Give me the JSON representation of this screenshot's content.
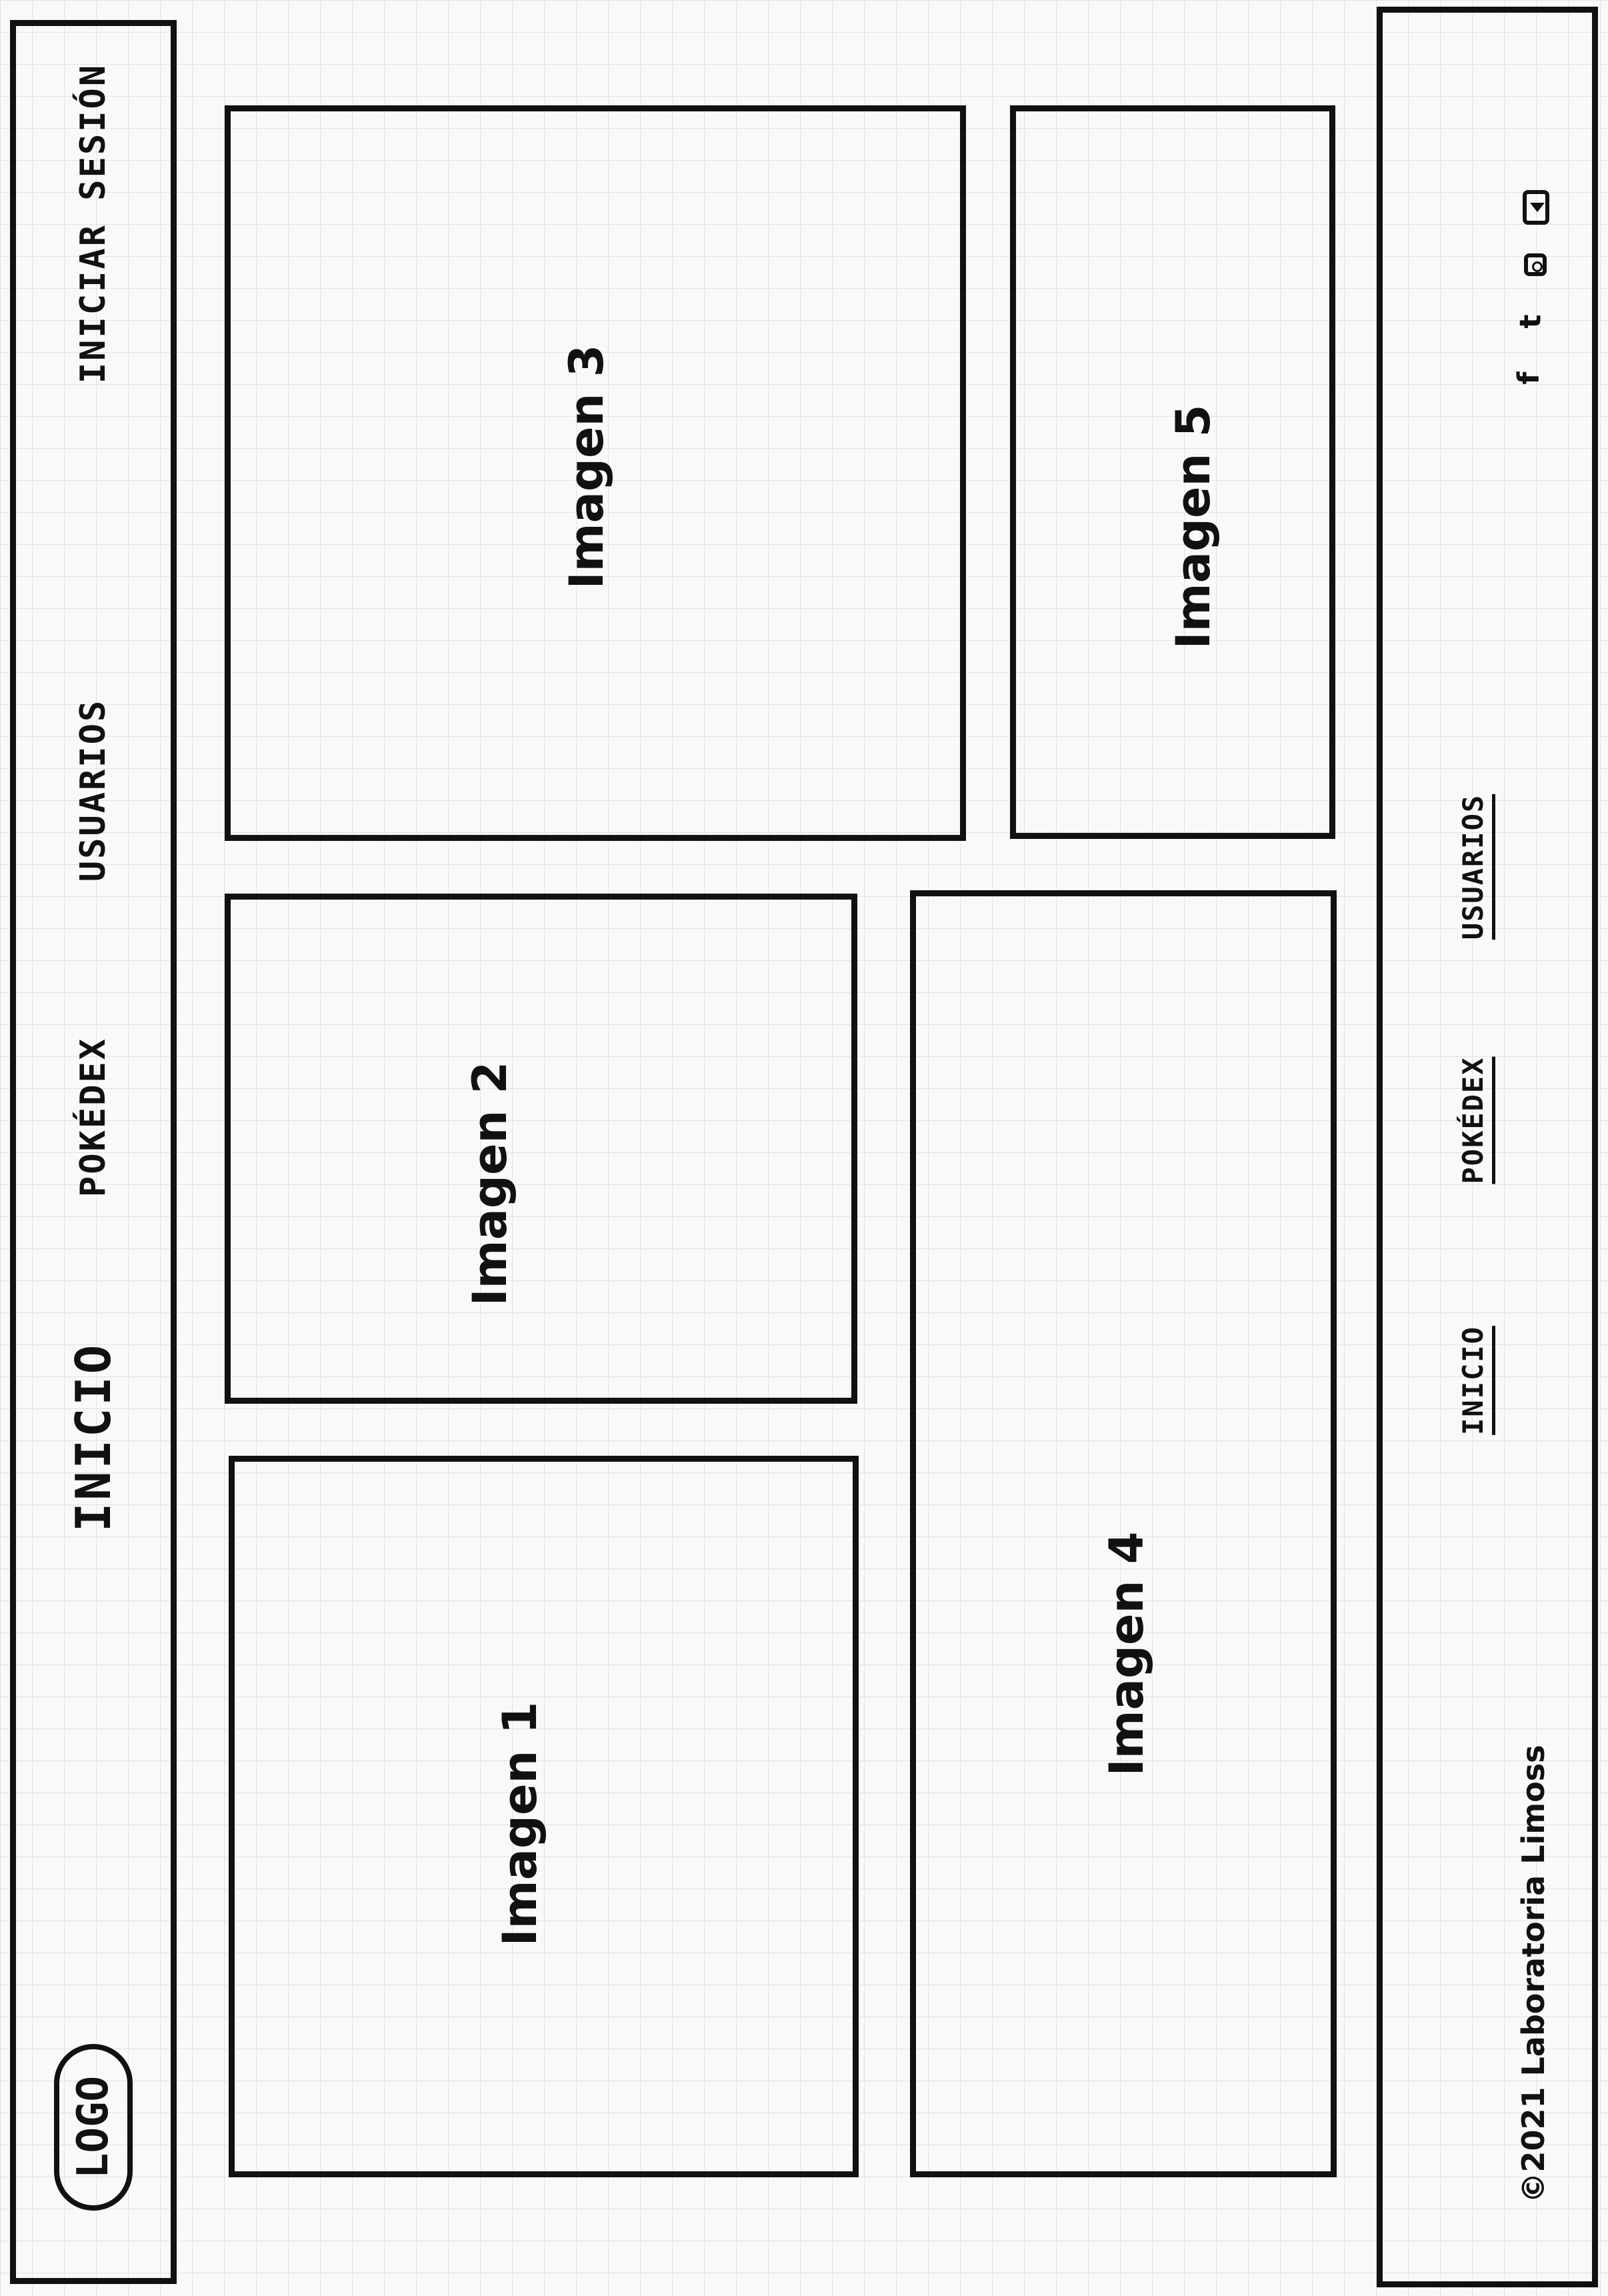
{
  "header": {
    "logo_label": "LOGO",
    "nav": {
      "inicio": "INICIO",
      "pokedex": "POKÉDEX",
      "usuarios": "USUARIOS",
      "iniciar_sesion": "INICIAR SESIÓN"
    }
  },
  "gallery": {
    "imagen_1": "Imagen 1",
    "imagen_2": "Imagen 2",
    "imagen_3": "Imagen 3",
    "imagen_4": "Imagen 4",
    "imagen_5": "Imagen 5"
  },
  "footer": {
    "copyright": "©2021 Laboratoria Limoss",
    "links": {
      "inicio": "INICIO",
      "pokedex": "POKÉDEX",
      "usuarios": "USUARIOS"
    },
    "social_icons": [
      "facebook-icon",
      "twitter-icon",
      "instagram-icon",
      "youtube-icon"
    ]
  }
}
